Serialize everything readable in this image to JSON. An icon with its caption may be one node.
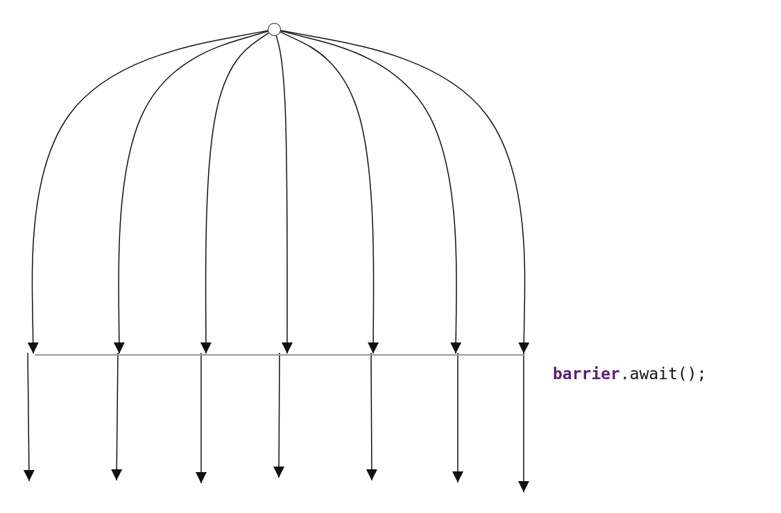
{
  "diagram": {
    "nodes": [
      {
        "text": [],
        "shape": "circle"
      },
      {
        "text": [],
        "shape": "bar"
      }
    ],
    "edges": [
      {
        "from": 0,
        "to": 1,
        "arrow": "to"
      },
      {
        "from": 0,
        "to": 1,
        "arrow": "to"
      },
      {
        "from": 0,
        "to": 1,
        "arrow": "to"
      },
      {
        "from": 0,
        "to": 1,
        "arrow": "to"
      },
      {
        "from": 0,
        "to": 1,
        "arrow": "to"
      },
      {
        "from": 0,
        "to": 1,
        "arrow": "to"
      },
      {
        "from": 0,
        "to": 1,
        "arrow": "to"
      },
      {
        "from": 1,
        "to": null,
        "arrow": "to"
      },
      {
        "from": 1,
        "to": null,
        "arrow": "to"
      },
      {
        "from": 1,
        "to": null,
        "arrow": "to"
      },
      {
        "from": 1,
        "to": null,
        "arrow": "to"
      },
      {
        "from": 1,
        "to": null,
        "arrow": "to"
      },
      {
        "from": 1,
        "to": null,
        "arrow": "to"
      },
      {
        "from": 1,
        "to": null,
        "arrow": "to"
      }
    ],
    "labels": [
      "**barrier**.await();"
    ]
  }
}
